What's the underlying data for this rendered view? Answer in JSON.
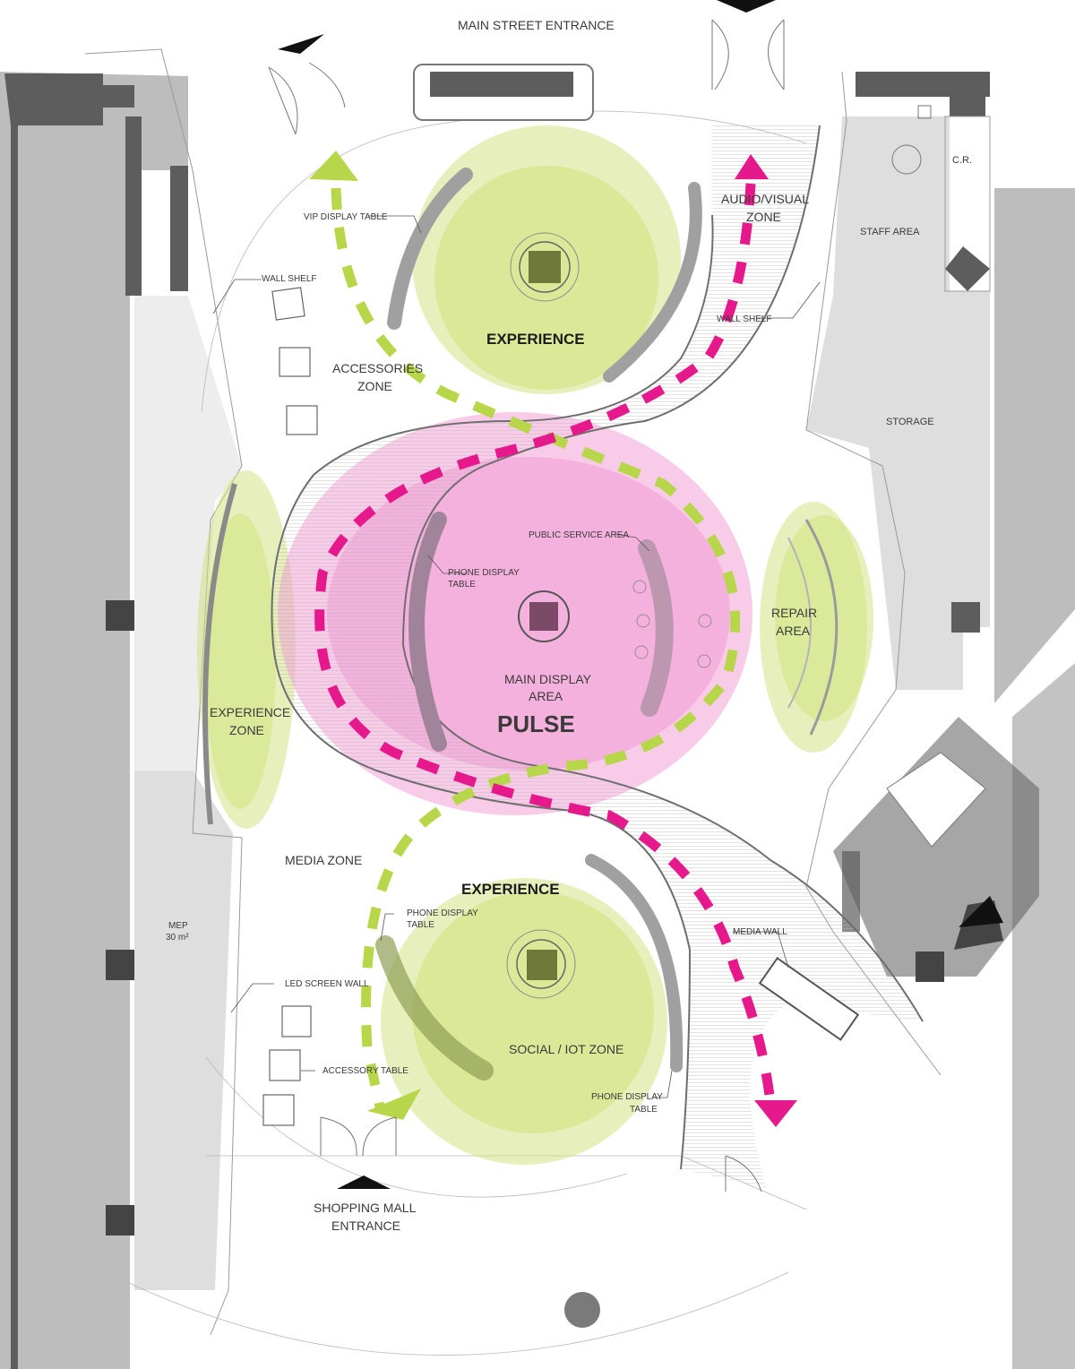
{
  "colors": {
    "green_zone": "#cfe27a",
    "magenta_zone": "#f29ad3",
    "magenta_accent": "#e5188c",
    "green_arrow": "#b8d64a",
    "wall_grey": "#5d5d5d"
  },
  "entrances": {
    "main_street": "MAIN STREET ENTRANCE",
    "shopping_mall_line1": "SHOPPING MALL",
    "shopping_mall_line2": "ENTRANCE"
  },
  "zones": {
    "experience_top": "EXPERIENCE",
    "experience_bottom": "EXPERIENCE",
    "pulse": "PULSE",
    "main_display_line1": "MAIN DISPLAY",
    "main_display_line2": "AREA",
    "accessories_line1": "ACCESSORIES",
    "accessories_line2": "ZONE",
    "audio_visual_line1": "AUDIO/VISUAL",
    "audio_visual_line2": "ZONE",
    "experience_zone_line1": "EXPERIENCE",
    "experience_zone_line2": "ZONE",
    "repair_line1": "REPAIR",
    "repair_line2": "AREA",
    "media_zone": "MEDIA ZONE",
    "social_iot": "SOCIAL / IOT ZONE",
    "staff_area": "STAFF AREA",
    "storage": "STORAGE",
    "cr": "C.R.",
    "mep_line1": "MEP",
    "mep_line2": "30 m²"
  },
  "annotations": {
    "vip_display_table": "VIP DISPLAY TABLE",
    "wall_shelf_left": "WALL SHELF",
    "wall_shelf_right": "WALL SHELF",
    "public_service_area": "PUBLIC SERVICE AREA",
    "phone_display_table_center_line1": "PHONE DISPLAY",
    "phone_display_table_center_line2": "TABLE",
    "phone_display_table_bottom_left_line1": "PHONE DISPLAY",
    "phone_display_table_bottom_left_line2": "TABLE",
    "phone_display_table_bottom_right_line1": "PHONE DISPLAY",
    "phone_display_table_bottom_right_line2": "TABLE",
    "media_wall": "MEDIA WALL",
    "led_screen_wall": "LED SCREEN WALL",
    "accessory_table": "ACCESSORY TABLE"
  }
}
